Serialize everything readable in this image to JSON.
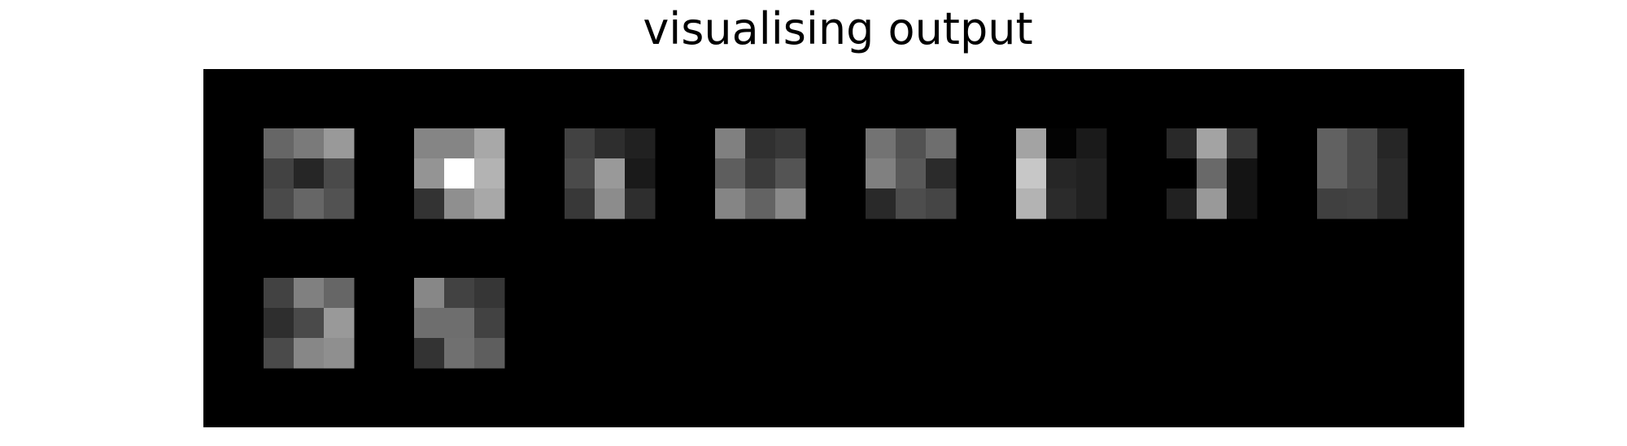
{
  "chart_data": {
    "type": "heatmap",
    "title": "visualising output",
    "xlabel": "",
    "ylabel": "",
    "colormap": "gray",
    "vmin": 0,
    "vmax": 1,
    "background": "#000000",
    "grid_columns": 8,
    "grid": false,
    "kernels": [
      [
        [
          0.4,
          0.48,
          0.6
        ],
        [
          0.26,
          0.15,
          0.29
        ],
        [
          0.29,
          0.4,
          0.32
        ]
      ],
      [
        [
          0.52,
          0.52,
          0.66
        ],
        [
          0.58,
          1.0,
          0.7
        ],
        [
          0.2,
          0.56,
          0.66
        ]
      ],
      [
        [
          0.26,
          0.18,
          0.13
        ],
        [
          0.29,
          0.6,
          0.1
        ],
        [
          0.22,
          0.55,
          0.18
        ]
      ],
      [
        [
          0.5,
          0.19,
          0.22
        ],
        [
          0.37,
          0.23,
          0.33
        ],
        [
          0.52,
          0.39,
          0.54
        ]
      ],
      [
        [
          0.45,
          0.32,
          0.43
        ],
        [
          0.5,
          0.35,
          0.17
        ],
        [
          0.16,
          0.3,
          0.27
        ]
      ],
      [
        [
          0.64,
          0.01,
          0.1
        ],
        [
          0.78,
          0.15,
          0.13
        ],
        [
          0.7,
          0.17,
          0.13
        ]
      ],
      [
        [
          0.16,
          0.64,
          0.22
        ],
        [
          0.0,
          0.41,
          0.08
        ],
        [
          0.13,
          0.6,
          0.08
        ]
      ],
      [
        [
          0.38,
          0.29,
          0.15
        ],
        [
          0.38,
          0.29,
          0.17
        ],
        [
          0.25,
          0.26,
          0.17
        ]
      ],
      [
        [
          0.26,
          0.5,
          0.4
        ],
        [
          0.18,
          0.29,
          0.6
        ],
        [
          0.29,
          0.53,
          0.56
        ]
      ],
      [
        [
          0.53,
          0.26,
          0.21
        ],
        [
          0.43,
          0.43,
          0.26
        ],
        [
          0.2,
          0.44,
          0.37
        ]
      ]
    ]
  }
}
